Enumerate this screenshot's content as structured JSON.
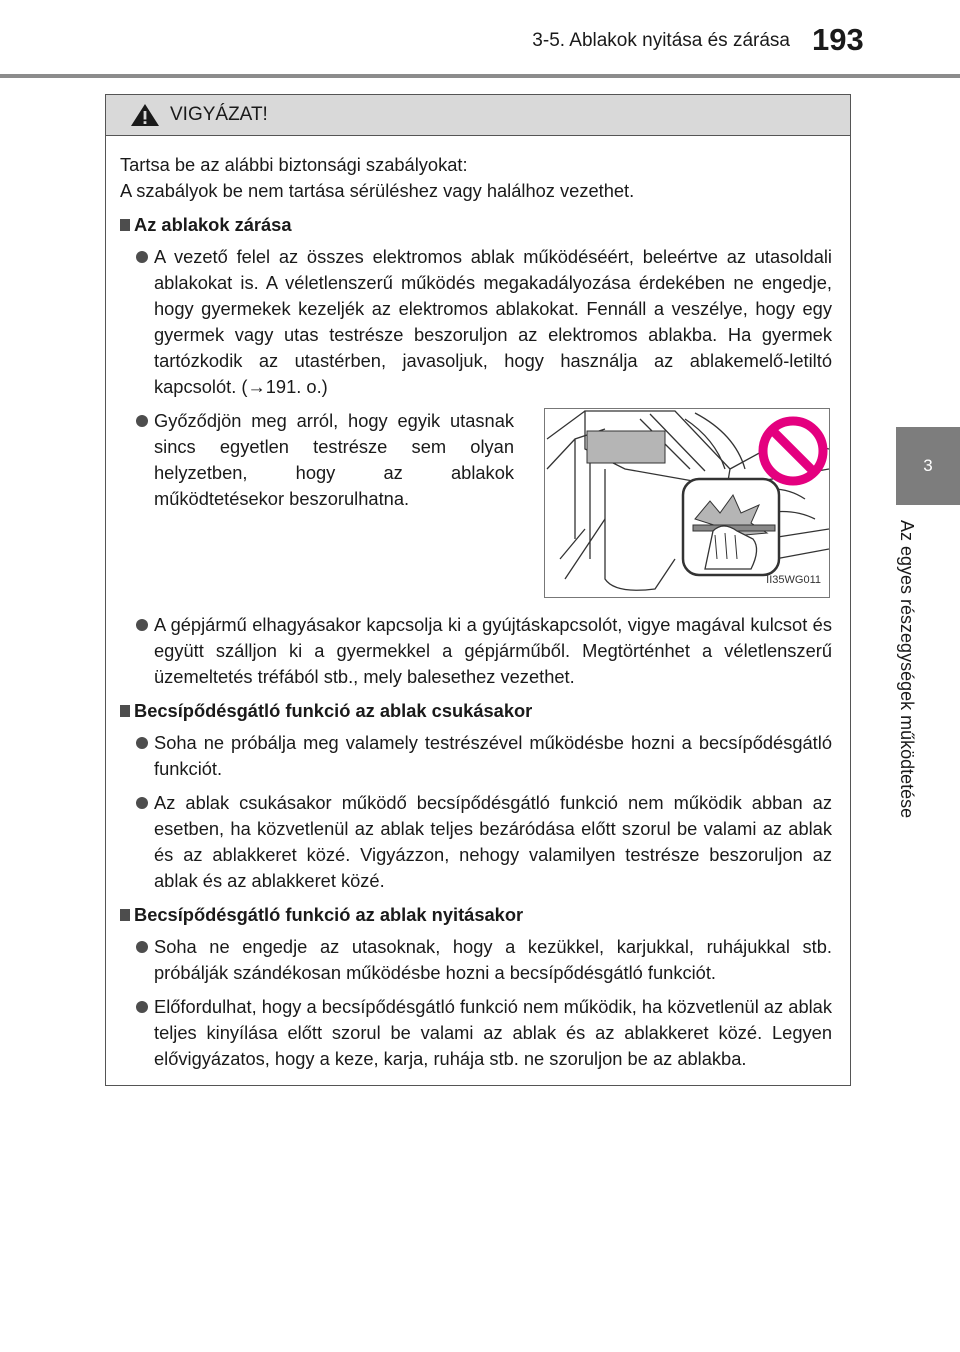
{
  "header": {
    "section_title": "3-5. Ablakok nyitása és zárása",
    "page_number": "193"
  },
  "side_tab": {
    "chapter_number": "3",
    "chapter_title": "Az egyes részegységek működtetése"
  },
  "warning": {
    "title": "VIGYÁZAT!",
    "icon": "warning-triangle-icon",
    "intro_line1": "Tartsa be az alábbi biztonsági szabályokat:",
    "intro_line2": "A szabályok be nem tartása sérüléshez vagy halálhoz vezethet.",
    "sections": [
      {
        "heading": "Az ablakok zárása",
        "items": [
          "A vezető felel az összes elektromos ablak működéséért, beleértve az utasoldali ablakokat is. A véletlenszerű működés megakadályozása érdekében ne engedje, hogy gyermekek kezeljék az elektromos ablakokat. Fennáll a veszélye, hogy egy gyermek vagy utas testrésze beszoruljon az elektromos ablakba. Ha gyermek tartózkodik az utastérben, javasoljuk, hogy használja az ablakemelő-letiltó kapcsolót. (→191. o.)",
          "Győződjön meg arról, hogy egyik utasnak sincs egyetlen testrésze sem olyan helyzetben, hogy az ablakok működtetésekor beszorulhatna.",
          "A gépjármű elhagyásakor kapcsolja ki a gyújtáskapcsolót, vigye magával kulcsot és együtt szálljon ki a gyermekkel a gépjárműből. Megtörténhet a véletlenszerű üzemeltetés tréfából stb., mely balesethez vezethet."
        ]
      },
      {
        "heading": "Becsípődésgátló funkció az ablak csukásakor",
        "items": [
          "Soha ne próbálja meg valamely testrészével működésbe hozni a becsípődésgátló funkciót.",
          "Az ablak csukásakor működő becsípődésgátló funkció nem működik abban az esetben, ha közvetlenül az ablak teljes bezáródása előtt szorul be valami az ablak és az ablakkeret közé. Vigyázzon, nehogy valamilyen testrésze beszoruljon az ablak és az ablakkeret közé."
        ]
      },
      {
        "heading": "Becsípődésgátló funkció az ablak nyitásakor",
        "items": [
          "Soha ne engedje az utasoknak, hogy a kezükkel, karjukkal, ruhájukkal stb. próbálják szándékosan működésbe hozni a becsípődésgátló funkciót.",
          "Előfordulhat, hogy a becsípődésgátló funkció nem működik, ha közvetlenül az ablak teljes kinyílása előtt szorul be valami az ablak és az ablakkeret közé. Legyen elővigyázatos, hogy a keze, karja, ruhája stb. ne szoruljon be az ablakba."
        ]
      }
    ],
    "figure": {
      "caption": "II35WG011",
      "icon": "prohibition-sign-icon"
    }
  }
}
